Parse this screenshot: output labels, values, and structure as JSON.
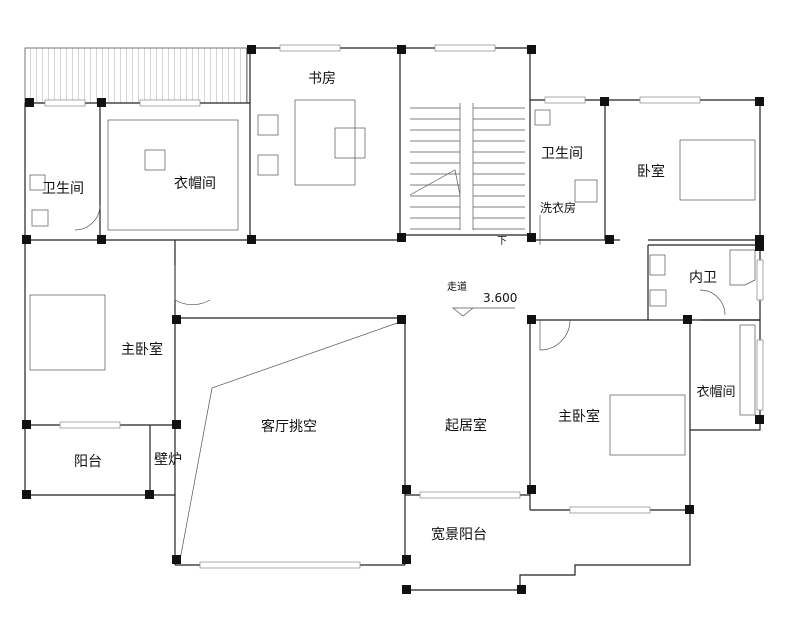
{
  "plan": {
    "rooms": {
      "study": "书房",
      "bath_left": "卫生间",
      "closet_left": "衣帽间",
      "bath_right": "卫生间",
      "bedroom": "卧室",
      "laundry": "洗衣房",
      "inner_bath": "内卫",
      "master_left": "主卧室",
      "living_void": "客厅挑空",
      "living_room": "起居室",
      "master_right": "主卧室",
      "closet_right": "衣帽间",
      "balcony": "阳台",
      "fireplace": "壁炉",
      "wide_balcony": "宽景阳台",
      "corridor": "走道"
    },
    "stair_down": "下",
    "elevation": "3.600"
  }
}
